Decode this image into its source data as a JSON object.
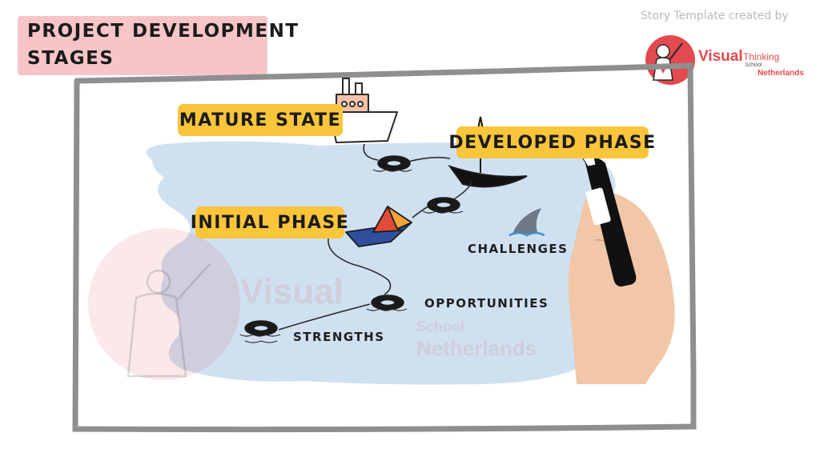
{
  "header": {
    "title_line1": "PROJECT DEVELOPMENT",
    "title_line2": "STAGES",
    "credit": "Story Template created by"
  },
  "brand": {
    "visual": "Visual",
    "thinking": "Thinking",
    "school": "School",
    "netherlands": "Netherlands",
    "accent_color": "#e24a4f"
  },
  "stages": {
    "mature": "MATURE STATE",
    "developed": "DEVELOPED PHASE",
    "initial": "INITIAL PHASE"
  },
  "notes": {
    "challenges": "CHALLENGES",
    "opportunities": "OPPORTUNITIES",
    "strengths": "STRENGTHS"
  },
  "colors": {
    "label_yellow": "#f9c53a",
    "water_blue": "#cfe0f1",
    "title_pink": "#f7c5c8"
  },
  "icons": [
    "ship-icon",
    "sailboat-icon",
    "paper-boat-icon",
    "shark-fin-icon",
    "lifebuoy-icon",
    "hand-with-marker-icon"
  ]
}
